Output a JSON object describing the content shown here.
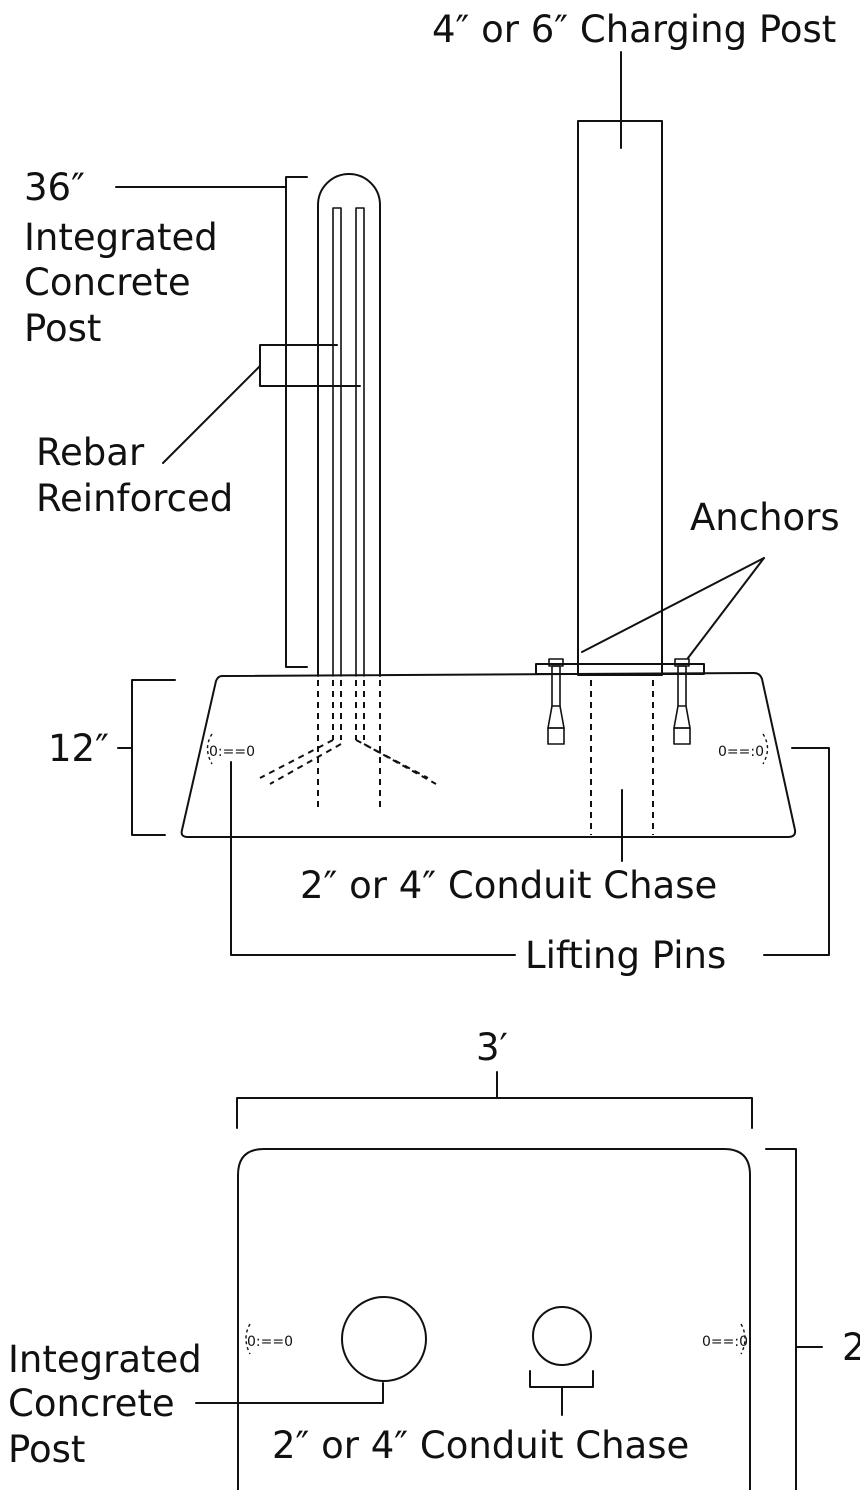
{
  "labels": {
    "charging_post": "4″ or 6″ Charging Post",
    "post_height": "36″",
    "integrated_post": [
      "Integrated",
      "Concrete",
      "Post"
    ],
    "rebar": [
      "Rebar",
      "Reinforced"
    ],
    "anchors": "Anchors",
    "base_height": "12″",
    "conduit_chase_side": "2″ or 4″ Conduit Chase",
    "lifting_pins": "Lifting Pins",
    "width": "3′",
    "depth": "2",
    "integrated_post_top": [
      "Integrated",
      "Concrete",
      "Post"
    ],
    "conduit_chase_top": "2″ or 4″ Conduit Chase"
  }
}
